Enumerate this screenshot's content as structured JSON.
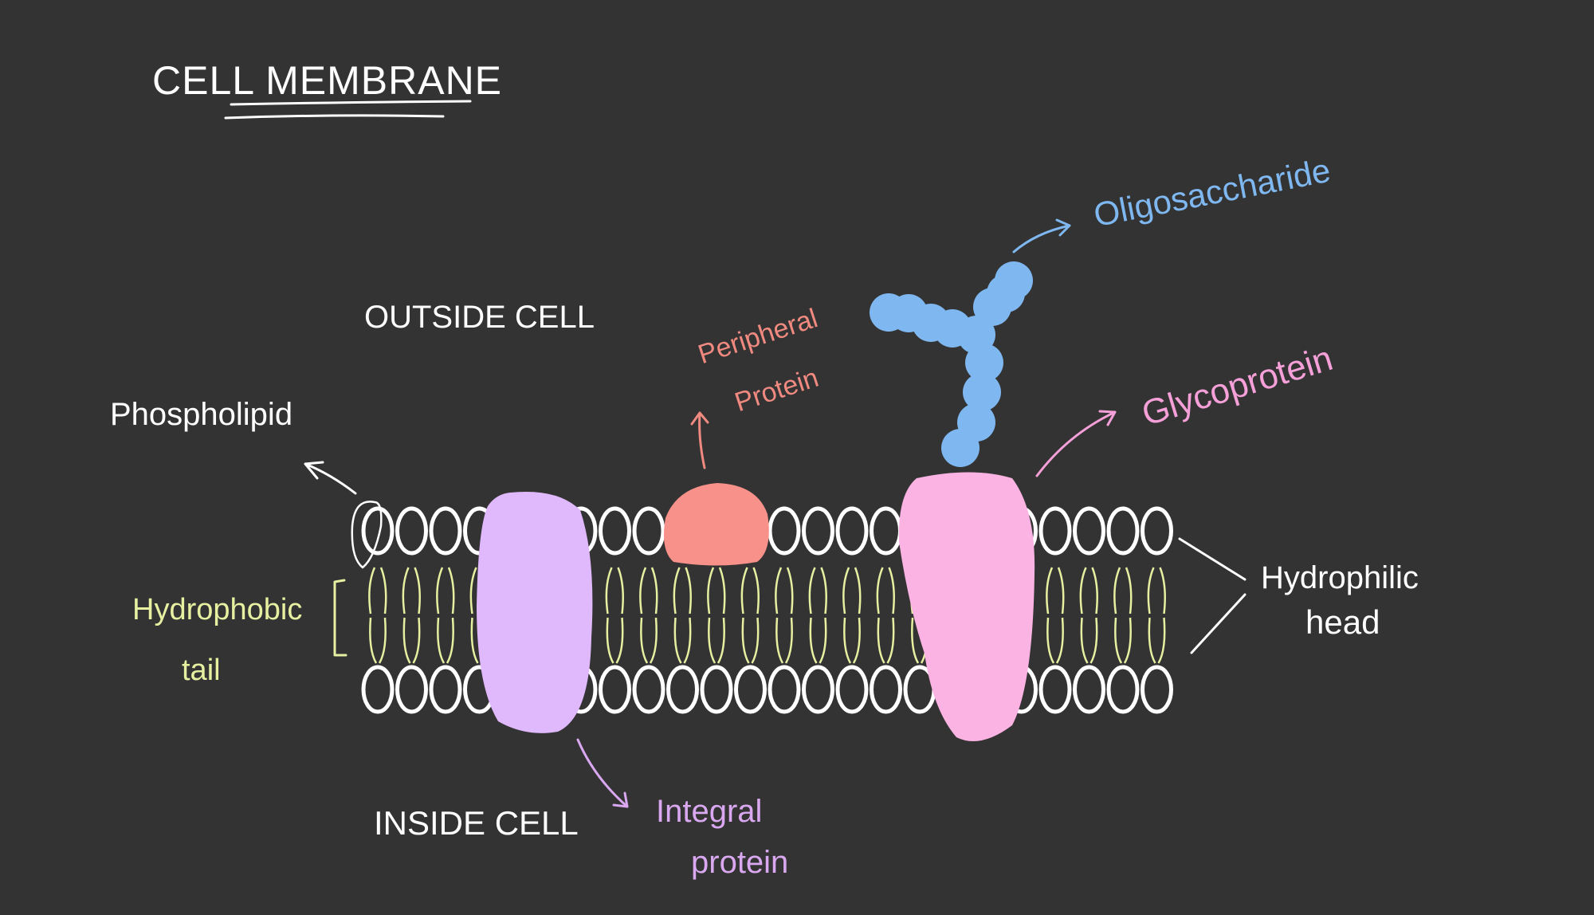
{
  "title": "CELL MEMBRANE",
  "regions": {
    "outside": "OUTSIDE CELL",
    "inside": "INSIDE CELL"
  },
  "labels": {
    "phospholipid": "Phospholipid",
    "hydrophobic_1": "Hydrophobic",
    "hydrophobic_2": "tail",
    "integral_1": "Integral",
    "integral_2": "protein",
    "peripheral_1": "Peripheral",
    "peripheral_2": "Protein",
    "oligosaccharide": "Oligosaccharide",
    "glycoprotein": "Glycoprotein",
    "hydrophilic_1": "Hydrophilic",
    "hydrophilic_2": "head"
  },
  "colors": {
    "background": "#333333",
    "heads": "#ffffff",
    "tails": "#e6f0a0",
    "integral_protein": "#e0b8fc",
    "peripheral_protein": "#f7918a",
    "glycoprotein": "#fbb3e3",
    "oligosaccharide": "#7fb8f0"
  }
}
